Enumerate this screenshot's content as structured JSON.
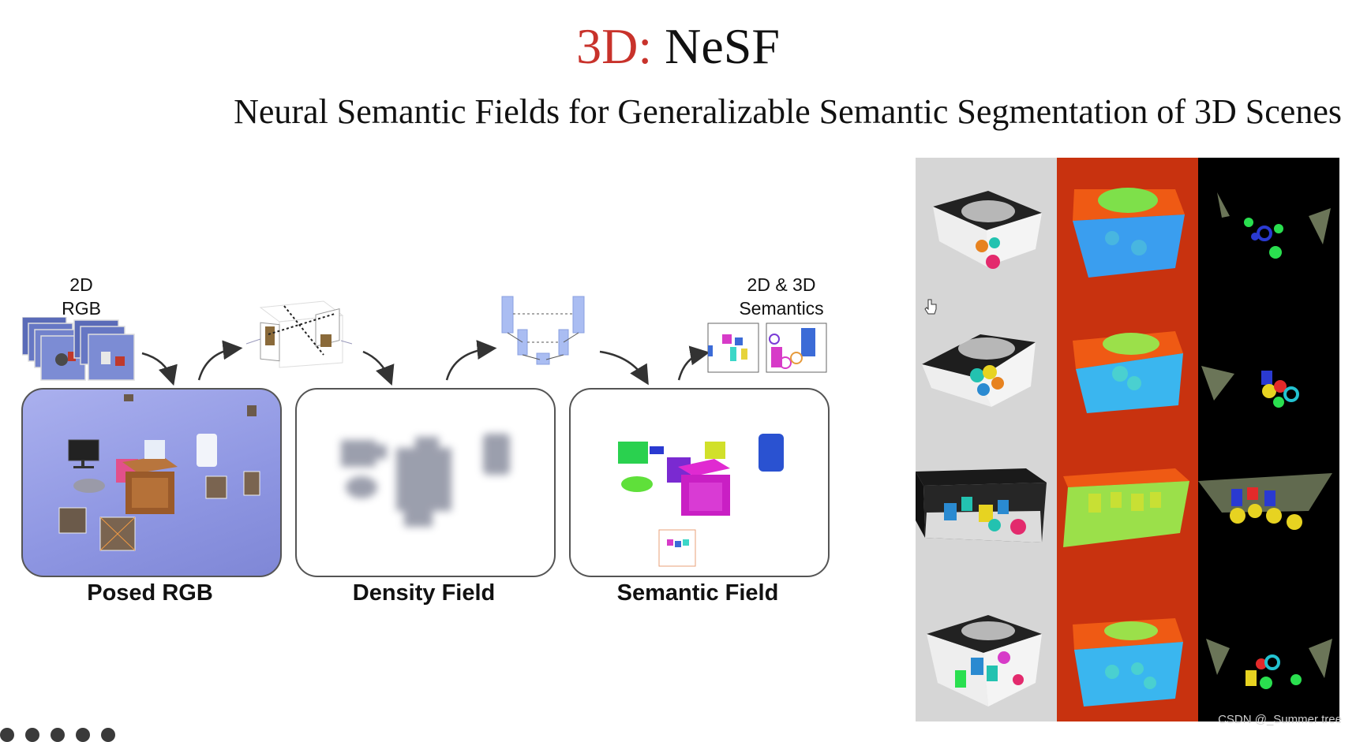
{
  "slide": {
    "title_accent": "3D:",
    "title_main": "NeSF",
    "subtitle": "Neural Semantic Fields for Generalizable Semantic Segmentation of 3D Scenes",
    "input_label_line1": "2D",
    "input_label_line2": "RGB",
    "output_label_line1": "2D & 3D",
    "output_label_line2": "Semantics",
    "captions": [
      "Posed RGB",
      "Density Field",
      "Semantic Field"
    ],
    "watermark": "CSDN @_Summer tree"
  },
  "colors": {
    "accent": "#c8322b",
    "rgb_panel": "#9aa1e8",
    "depth_bg": "#c8320f",
    "semantic_bg": "#000000",
    "render_bg": "#d6d6d6"
  },
  "icons": [
    "cursor-hand-icon"
  ]
}
